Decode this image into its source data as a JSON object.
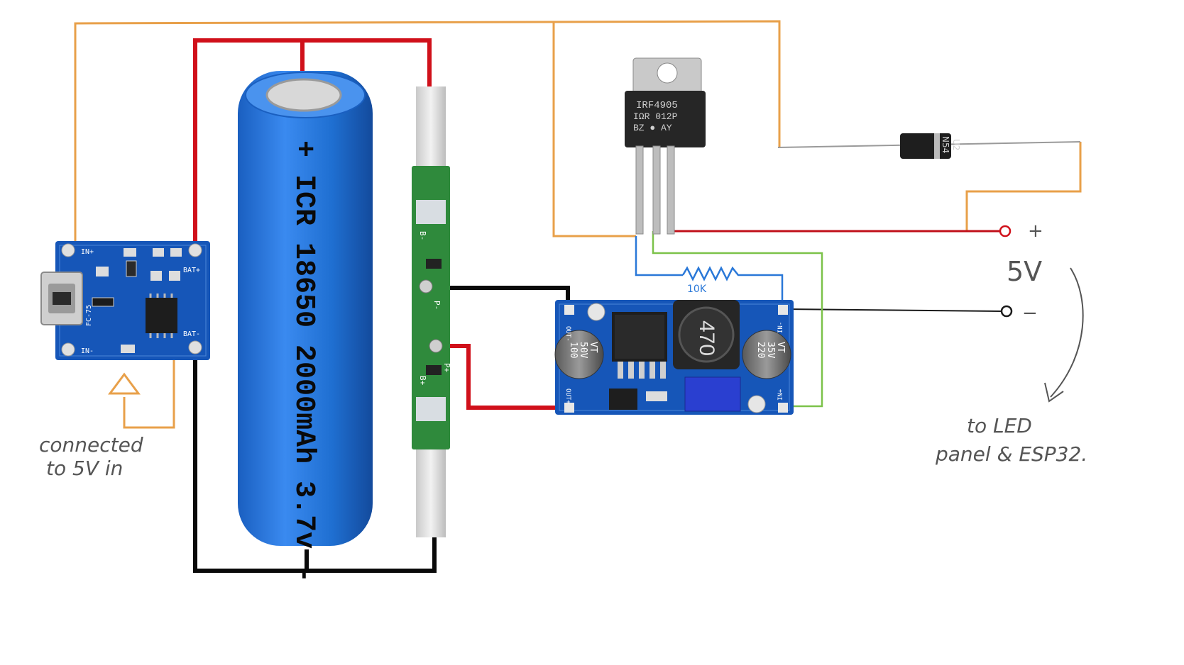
{
  "battery": {
    "label": "+ ICR 18650 2000mAh 3.7v -"
  },
  "mosfet": {
    "line1": "IRF4905",
    "line2": "IΩR  012P",
    "line3": "BZ  ●  AY"
  },
  "diode": {
    "marking1": "N54",
    "marking2": "U2"
  },
  "resistor": {
    "value": "10K"
  },
  "charger": {
    "pin_in_plus": "IN+",
    "pin_in_minus": "IN-",
    "pin_bat_plus": "BAT+",
    "pin_bat_minus": "BAT-",
    "chip_marking": "FC-75"
  },
  "protection_board": {
    "pin_b_minus": "B-",
    "pin_p_minus": "P-",
    "pin_p_plus": "P+",
    "pin_b_plus": "B+"
  },
  "boost": {
    "cap_left_line1": "100",
    "cap_left_line2": "50V",
    "cap_left_line3": "VT",
    "inductor": "470",
    "cap_right_line1": "220",
    "cap_right_line2": "35V",
    "cap_right_line3": "VT",
    "pin_out_minus": "OUT-",
    "pin_out_plus": "OUT+",
    "pin_in_minus": "IN-",
    "pin_in_plus": "IN+"
  },
  "output": {
    "plus": "+",
    "minus": "−",
    "voltage": "5V"
  },
  "notes": {
    "charger_note_line1": "connected",
    "charger_note_line2": "to 5V in",
    "led_note_line1": "to LED",
    "led_note_line2": "panel & ESP32."
  },
  "colors": {
    "red_wire": "#d0101a",
    "black_wire": "#0a0a0a",
    "orange_wire": "#e8a04a",
    "blue_wire": "#2a78d8",
    "green_wire": "#7cc24a",
    "battery_blue": "#1f6fd1",
    "pcb_blue": "#1656b8",
    "pcb_green": "#2f8a3c"
  }
}
